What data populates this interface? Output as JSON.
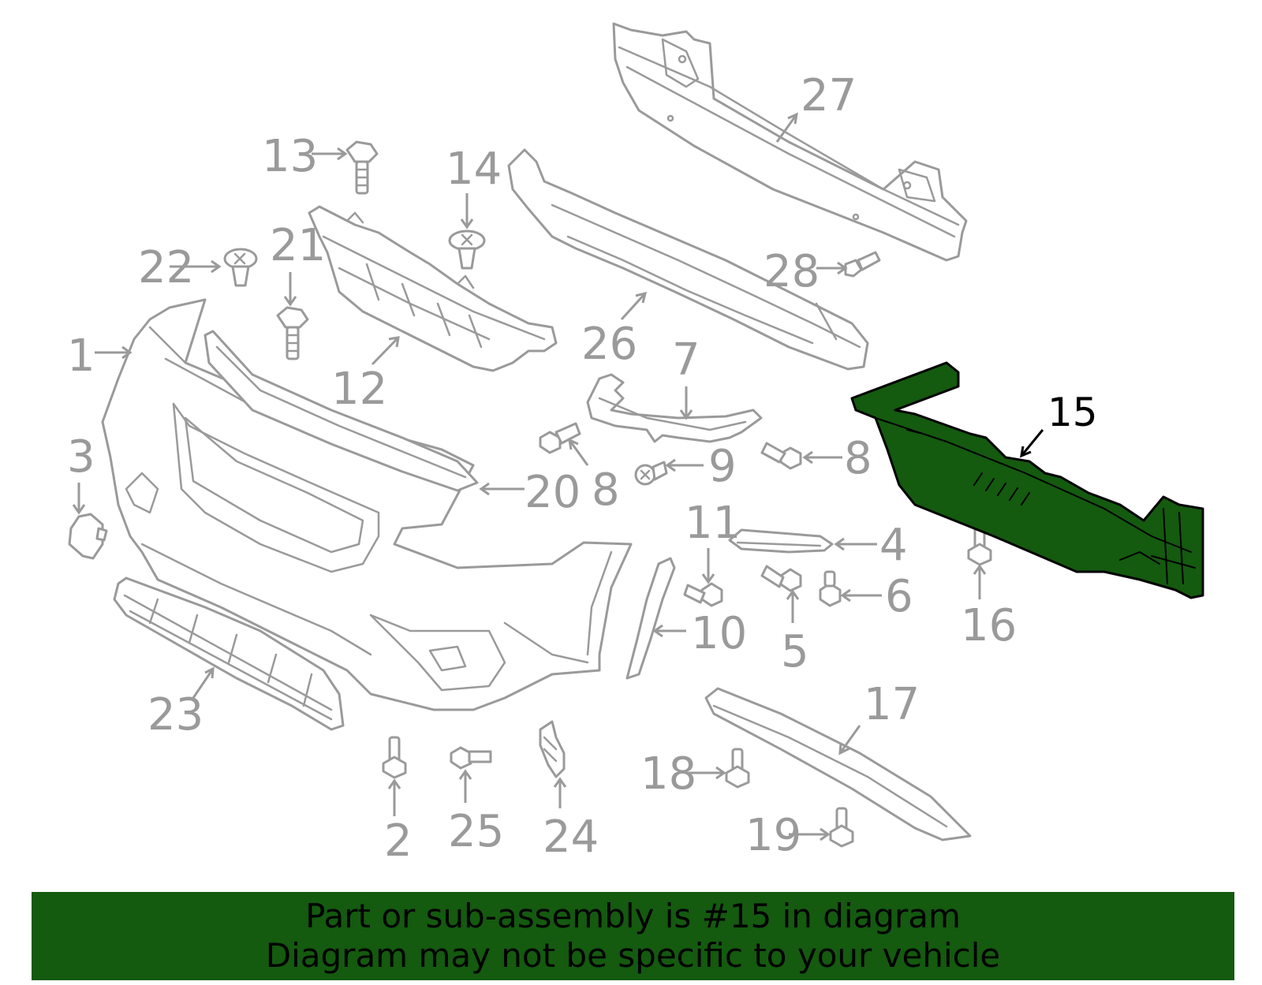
{
  "callouts": {
    "c1": "1",
    "c2": "2",
    "c3": "3",
    "c4": "4",
    "c5": "5",
    "c6": "6",
    "c7": "7",
    "c8a": "8",
    "c8b": "8",
    "c9": "9",
    "c10": "10",
    "c11": "11",
    "c12": "12",
    "c13": "13",
    "c14": "14",
    "c15": "15",
    "c16": "16",
    "c17": "17",
    "c18": "18",
    "c19": "19",
    "c20": "20",
    "c21": "21",
    "c22": "22",
    "c23": "23",
    "c24": "24",
    "c25": "25",
    "c26": "26",
    "c27": "27",
    "c28": "28"
  },
  "highlighted_part": "15",
  "colors": {
    "highlight": "#145a0f",
    "line_art": "#9a9a9a",
    "banner_background": "#145a0f"
  },
  "banner": {
    "line1": "Part or sub-assembly is #15 in diagram",
    "line2": "Diagram may not be specific to your vehicle"
  }
}
